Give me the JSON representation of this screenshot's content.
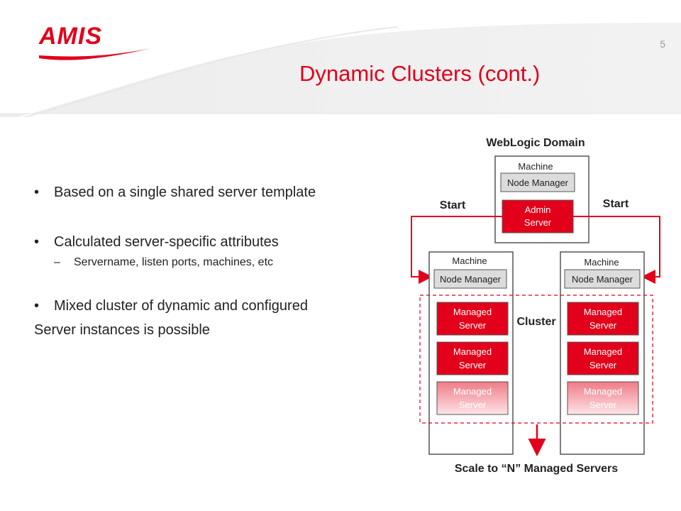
{
  "header": {
    "logo_text": "AMIS",
    "page_number": "5",
    "title": "Dynamic Clusters (cont.)"
  },
  "bullets": [
    {
      "text": "Based on a single shared server template"
    },
    {
      "text": "Calculated server-specific attributes",
      "sub": [
        "Servername, listen ports, machines, etc"
      ]
    },
    {
      "text": "Mixed cluster of dynamic and configured",
      "continuation": "Server instances is possible"
    }
  ],
  "diagram": {
    "domain_label": "WebLogic Domain",
    "admin_machine": {
      "label": "Machine",
      "node_manager": "Node Manager",
      "admin_server": [
        "Admin",
        "Server"
      ]
    },
    "start_left": "Start",
    "start_right": "Start",
    "cluster_label": "Cluster",
    "machines": [
      {
        "label": "Machine",
        "node_manager": "Node Manager",
        "servers": [
          [
            "Managed",
            "Server"
          ],
          [
            "Managed",
            "Server"
          ],
          [
            "Managed",
            "Server"
          ]
        ]
      },
      {
        "label": "Machine",
        "node_manager": "Node Manager",
        "servers": [
          [
            "Managed",
            "Server"
          ],
          [
            "Managed",
            "Server"
          ],
          [
            "Managed",
            "Server"
          ]
        ]
      }
    ],
    "scale_label": "Scale to “N” Managed Servers",
    "colors": {
      "red": "#e2001a",
      "faded_red": "#f5a0a8",
      "box_gray": "#dcdcdc"
    }
  }
}
